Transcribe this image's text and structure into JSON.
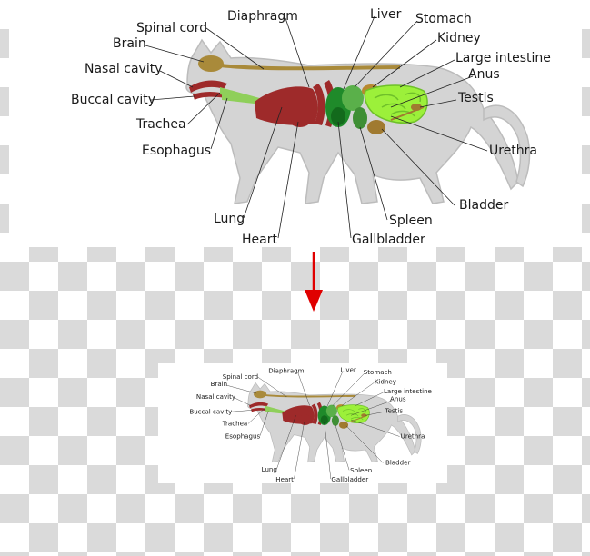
{
  "labels": {
    "spinal_cord": "Spinal cord",
    "diaphragm": "Diaphragm",
    "liver": "Liver",
    "stomach": "Stomach",
    "kidney": "Kidney",
    "brain": "Brain",
    "large_intestine": "Large intestine",
    "nasal_cavity": "Nasal cavity",
    "anus": "Anus",
    "buccal_cavity": "Buccal cavity",
    "testis": "Testis",
    "trachea": "Trachea",
    "esophagus": "Esophagus",
    "urethra": "Urethra",
    "bladder": "Bladder",
    "lung": "Lung",
    "spleen": "Spleen",
    "heart": "Heart",
    "gallbladder": "Gallbladder"
  },
  "colors": {
    "body": "#d4d4d4",
    "body_stroke": "#bcbcbc",
    "brain_cord": "#a98a3a",
    "trachea_esophagus": "#8fcf5a",
    "lung_heart_diaphragm": "#9e2a2a",
    "liver": "#1f8a2a",
    "stomach": "#5ab04a",
    "kidney": "#b8892f",
    "intestine": "#9cf03a",
    "testis_bladder": "#a07a30",
    "arrow": "#e00000"
  }
}
